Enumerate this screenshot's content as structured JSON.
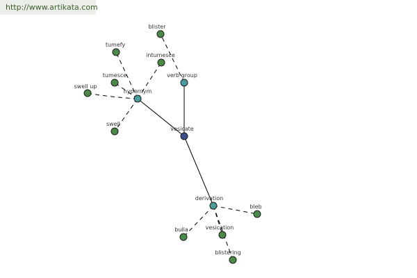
{
  "banner": {
    "url_text": "http://www.artikata.com"
  },
  "colors": {
    "word_node": "#4a8a46",
    "relation_node": "#4a9b9b",
    "center_node": "#3b4f8c",
    "edge": "#000000"
  },
  "graph": {
    "center": {
      "id": "vesicate",
      "label": "vesicate"
    },
    "relations": [
      {
        "id": "hypernym",
        "label": "hypernym"
      },
      {
        "id": "verb_group",
        "label": "verb group"
      },
      {
        "id": "derivation",
        "label": "derivation"
      }
    ],
    "words": [
      {
        "id": "swell_up",
        "label": "swell up",
        "relation": "hypernym"
      },
      {
        "id": "tumefy",
        "label": "tumefy",
        "relation": "hypernym"
      },
      {
        "id": "tumesce",
        "label": "tumesce",
        "relation": "hypernym"
      },
      {
        "id": "intumesce",
        "label": "intumesce",
        "relation": "hypernym"
      },
      {
        "id": "swell",
        "label": "swell",
        "relation": "hypernym"
      },
      {
        "id": "blister",
        "label": "blister",
        "relation": "verb_group"
      },
      {
        "id": "bleb",
        "label": "bleb",
        "relation": "derivation"
      },
      {
        "id": "bulla",
        "label": "bulla",
        "relation": "derivation"
      },
      {
        "id": "vesication",
        "label": "vesication",
        "relation": "derivation"
      },
      {
        "id": "blistering",
        "label": "blistering",
        "relation": "derivation"
      }
    ]
  }
}
